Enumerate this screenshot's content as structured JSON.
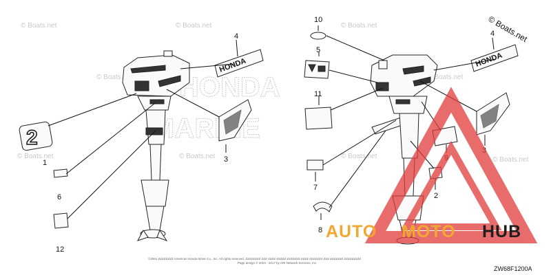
{
  "watermark": {
    "repeat_text": "© Boats.net",
    "corner_text": "© Boats.net"
  },
  "background_text": {
    "line1": "HONDA",
    "line2": "MARINE"
  },
  "decal_texts": {
    "honda_left": "HONDA",
    "honda_right": "HONDA",
    "two_badge": "2"
  },
  "callouts": {
    "left": [
      "1",
      "6",
      "12",
      "4",
      "3"
    ],
    "right": [
      "10",
      "5",
      "11",
      "4",
      "7",
      "8",
      "2",
      "9",
      "3"
    ]
  },
  "footer": {
    "copyright_line1": "©2001 ZZZZZZZZ American Honda Motor Co., Inc. All rights reserved. ZZZZZZZZ ZZZ ZZZZ ZZZZZ ZZZZZZZ ZZZZ ZZZZZZZ ZZZ ZZZZZZZ ZZZZZZZZZ",
    "copyright_line2": "Page design © 2004 - 2017 by ARI Network Services, Inc.",
    "diagram_code": "ZW68F1200A"
  },
  "overlay_logo": {
    "word_left": "AUTO",
    "word_mid": "MOTO",
    "word_right": "HUB",
    "color_primary": "#f0a830",
    "color_dark": "#1e1e1e",
    "triangle_color": "#e23b3b"
  }
}
